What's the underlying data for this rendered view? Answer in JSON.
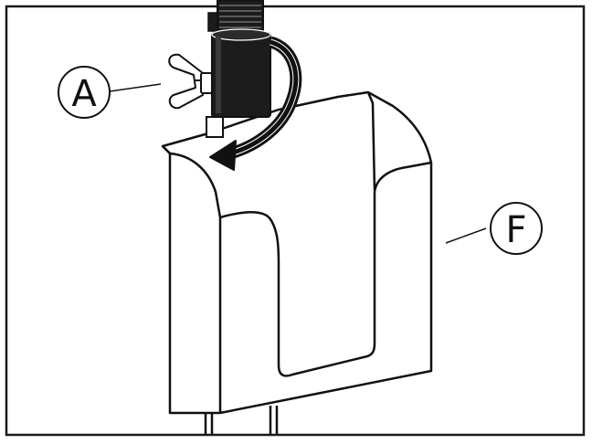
{
  "figure": {
    "frame_color": "#1a1a1a",
    "stroke_color": "#111111",
    "fill_color": "#ffffff",
    "hose_fill": "#1c1c1c",
    "parts": [
      {
        "id": "wing-nut",
        "label": "A",
        "icon": "wing-nut-icon"
      },
      {
        "id": "holder",
        "label": "F",
        "icon": "hose-holder-icon"
      }
    ],
    "action_icon": "clockwise-rotation-arrow-icon"
  }
}
